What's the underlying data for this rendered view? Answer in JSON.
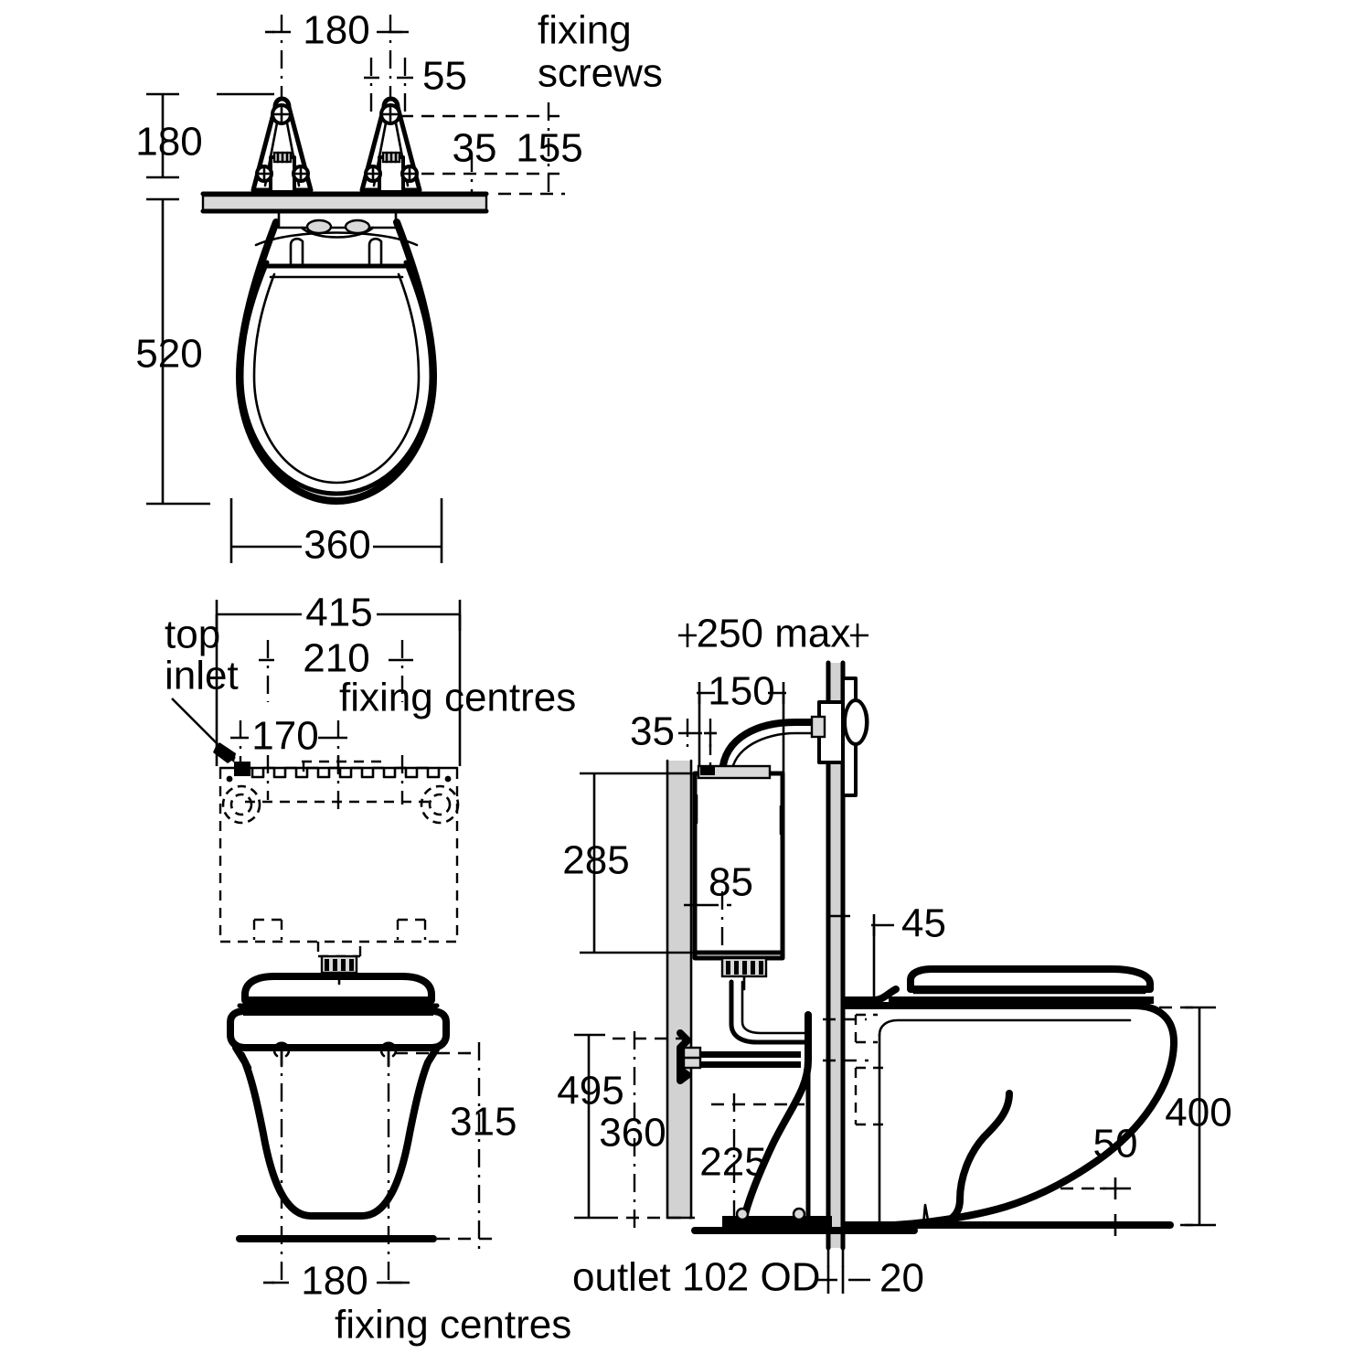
{
  "document": {
    "type": "technical-installation-drawing",
    "subject": "Wall hung toilet pan with concealed cistern",
    "units": "mm",
    "background_color": "#ffffff",
    "line_color": "#000000",
    "hatch_color": "#d9d9d9"
  },
  "views": {
    "plan": {
      "name": "plan-view-top",
      "dimensions": {
        "fixing_centres_width": "180",
        "screw_offset": "55",
        "height_to_seat_top": "180",
        "overall_length": "520",
        "overall_width": "360",
        "projection_a": "35",
        "projection_b": "155"
      },
      "labels": {
        "fixing_screws_line1": "fixing",
        "fixing_screws_line2": "screws"
      }
    },
    "front": {
      "name": "front-elevation-view",
      "dimensions": {
        "cistern_width": "415",
        "fixing_centres_top": "210",
        "inlet_offset": "170",
        "pan_fixing_centres": "180",
        "height_to_fixing": "315"
      },
      "labels": {
        "top_inlet_line1": "top",
        "top_inlet_line2": "inlet",
        "fixing_centres_top": "fixing centres",
        "fixing_centres_bottom": "fixing centres"
      }
    },
    "side": {
      "name": "side-section-view",
      "dimensions": {
        "max_depth": "250 max",
        "cistern_depth": "150",
        "wall_offset": "35",
        "cistern_height": "285",
        "inlet_height": "85",
        "flush_pipe_offset": "45",
        "outlet_height": "495",
        "outlet_centre_height": "360",
        "pan_outlet_offset": "225",
        "seat_height": "400",
        "pan_base_gap": "50",
        "wall_thickness": "20"
      },
      "labels": {
        "outlet": "outlet 102 OD"
      }
    }
  },
  "annotations": [
    {
      "id": "a1",
      "text": "180",
      "view": "plan",
      "meaning": "fixing screw centres"
    },
    {
      "id": "a2",
      "text": "55",
      "view": "plan",
      "meaning": "screw offset from centre"
    },
    {
      "id": "a3",
      "text": "fixing",
      "view": "plan",
      "meaning": "leader note line 1"
    },
    {
      "id": "a4",
      "text": "screws",
      "view": "plan",
      "meaning": "leader note line 2"
    },
    {
      "id": "a5",
      "text": "180",
      "view": "plan",
      "meaning": "height above seat"
    },
    {
      "id": "a6",
      "text": "35",
      "view": "plan",
      "meaning": "offset"
    },
    {
      "id": "a7",
      "text": "155",
      "view": "plan",
      "meaning": "offset"
    },
    {
      "id": "a8",
      "text": "520",
      "view": "plan",
      "meaning": "overall projection"
    },
    {
      "id": "a9",
      "text": "360",
      "view": "plan",
      "meaning": "overall width"
    },
    {
      "id": "a10",
      "text": "415",
      "view": "front",
      "meaning": "cistern width"
    },
    {
      "id": "a11",
      "text": "210",
      "view": "front",
      "meaning": "cistern fixing centres"
    },
    {
      "id": "a12",
      "text": "fixing centres",
      "view": "front",
      "meaning": "note for 210"
    },
    {
      "id": "a13",
      "text": "170",
      "view": "front",
      "meaning": "inlet position"
    },
    {
      "id": "a14",
      "text": "top",
      "view": "front",
      "meaning": "leader note line 1"
    },
    {
      "id": "a15",
      "text": "inlet",
      "view": "front",
      "meaning": "leader note line 2"
    },
    {
      "id": "a16",
      "text": "315",
      "view": "front",
      "meaning": "fixing height from floor"
    },
    {
      "id": "a17",
      "text": "180",
      "view": "front",
      "meaning": "pan fixing centres"
    },
    {
      "id": "a18",
      "text": "fixing centres",
      "view": "front",
      "meaning": "note for 180"
    },
    {
      "id": "a19",
      "text": "250 max",
      "view": "side",
      "meaning": "maximum frame depth"
    },
    {
      "id": "a20",
      "text": "150",
      "view": "side",
      "meaning": "cistern depth"
    },
    {
      "id": "a21",
      "text": "35",
      "view": "side",
      "meaning": "offset from wall face"
    },
    {
      "id": "a22",
      "text": "285",
      "view": "side",
      "meaning": "cistern body height"
    },
    {
      "id": "a23",
      "text": "85",
      "view": "side",
      "meaning": "inlet height"
    },
    {
      "id": "a24",
      "text": "45",
      "view": "side",
      "meaning": "offset"
    },
    {
      "id": "a25",
      "text": "495",
      "view": "side",
      "meaning": "height to flush connection"
    },
    {
      "id": "a26",
      "text": "360",
      "view": "side",
      "meaning": "height to outlet centre"
    },
    {
      "id": "a27",
      "text": "225",
      "view": "side",
      "meaning": "outlet projection"
    },
    {
      "id": "a28",
      "text": "400",
      "view": "side",
      "meaning": "seat height from floor"
    },
    {
      "id": "a29",
      "text": "50",
      "view": "side",
      "meaning": "base gap"
    },
    {
      "id": "a30",
      "text": "outlet 102 OD",
      "view": "side",
      "meaning": "outlet pipe outside diameter"
    },
    {
      "id": "a31",
      "text": "20",
      "view": "side",
      "meaning": "wall thickness"
    }
  ]
}
